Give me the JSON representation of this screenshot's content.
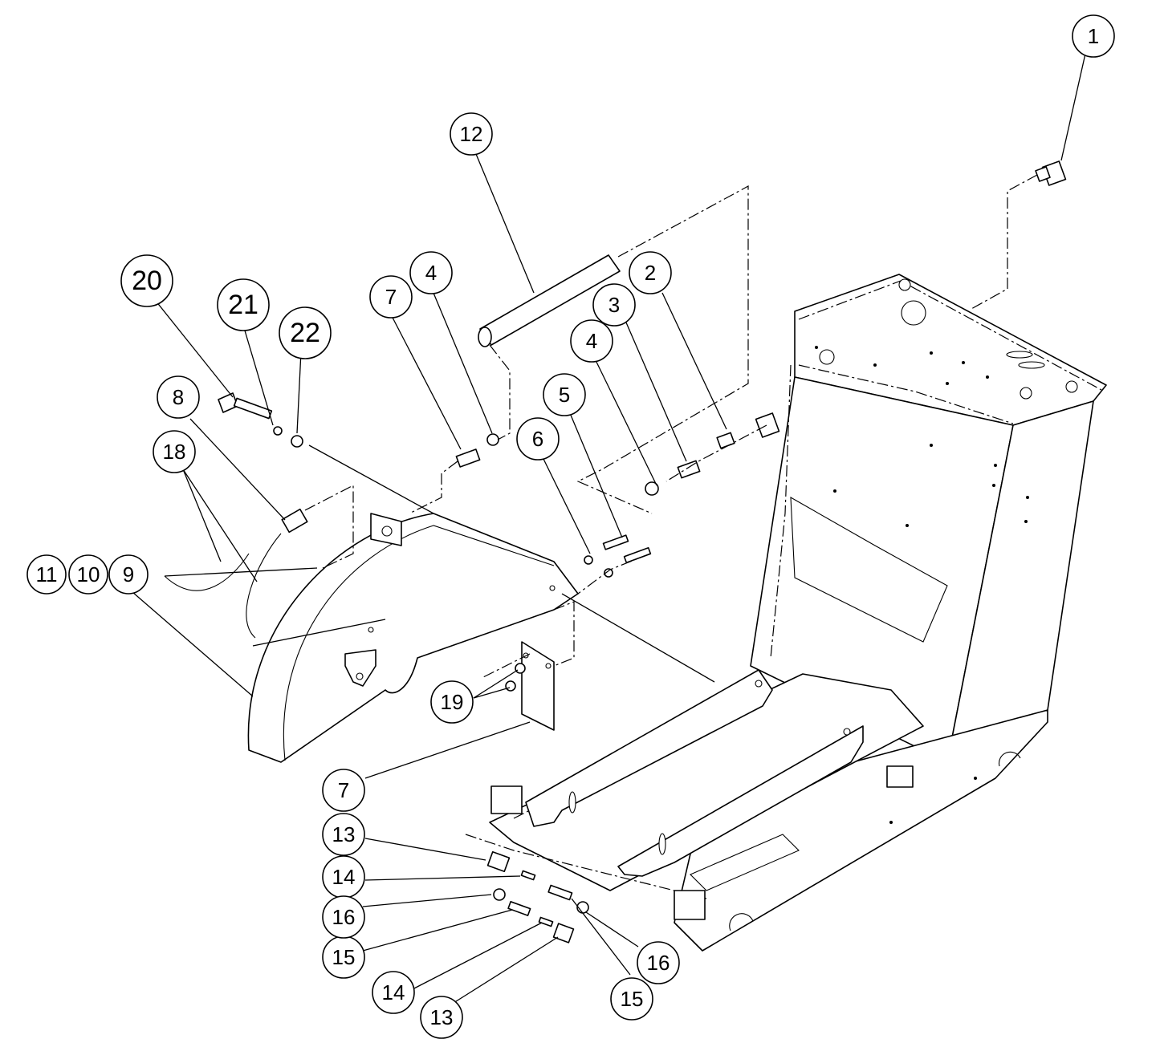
{
  "callouts": [
    {
      "id": "c1",
      "label": "1"
    },
    {
      "id": "c2",
      "label": "2"
    },
    {
      "id": "c3",
      "label": "3"
    },
    {
      "id": "c4a",
      "label": "4"
    },
    {
      "id": "c4b",
      "label": "4"
    },
    {
      "id": "c5",
      "label": "5"
    },
    {
      "id": "c6",
      "label": "6"
    },
    {
      "id": "c7a",
      "label": "7"
    },
    {
      "id": "c7b",
      "label": "7"
    },
    {
      "id": "c8",
      "label": "8"
    },
    {
      "id": "c9",
      "label": "9"
    },
    {
      "id": "c10",
      "label": "10"
    },
    {
      "id": "c11",
      "label": "11"
    },
    {
      "id": "c12",
      "label": "12"
    },
    {
      "id": "c13a",
      "label": "13"
    },
    {
      "id": "c13b",
      "label": "13"
    },
    {
      "id": "c14a",
      "label": "14"
    },
    {
      "id": "c14b",
      "label": "14"
    },
    {
      "id": "c15a",
      "label": "15"
    },
    {
      "id": "c15b",
      "label": "15"
    },
    {
      "id": "c16a",
      "label": "16"
    },
    {
      "id": "c16b",
      "label": "16"
    },
    {
      "id": "c18",
      "label": "18"
    },
    {
      "id": "c19",
      "label": "19"
    },
    {
      "id": "c20",
      "label": "20"
    },
    {
      "id": "c21",
      "label": "21"
    },
    {
      "id": "c22",
      "label": "22"
    }
  ]
}
